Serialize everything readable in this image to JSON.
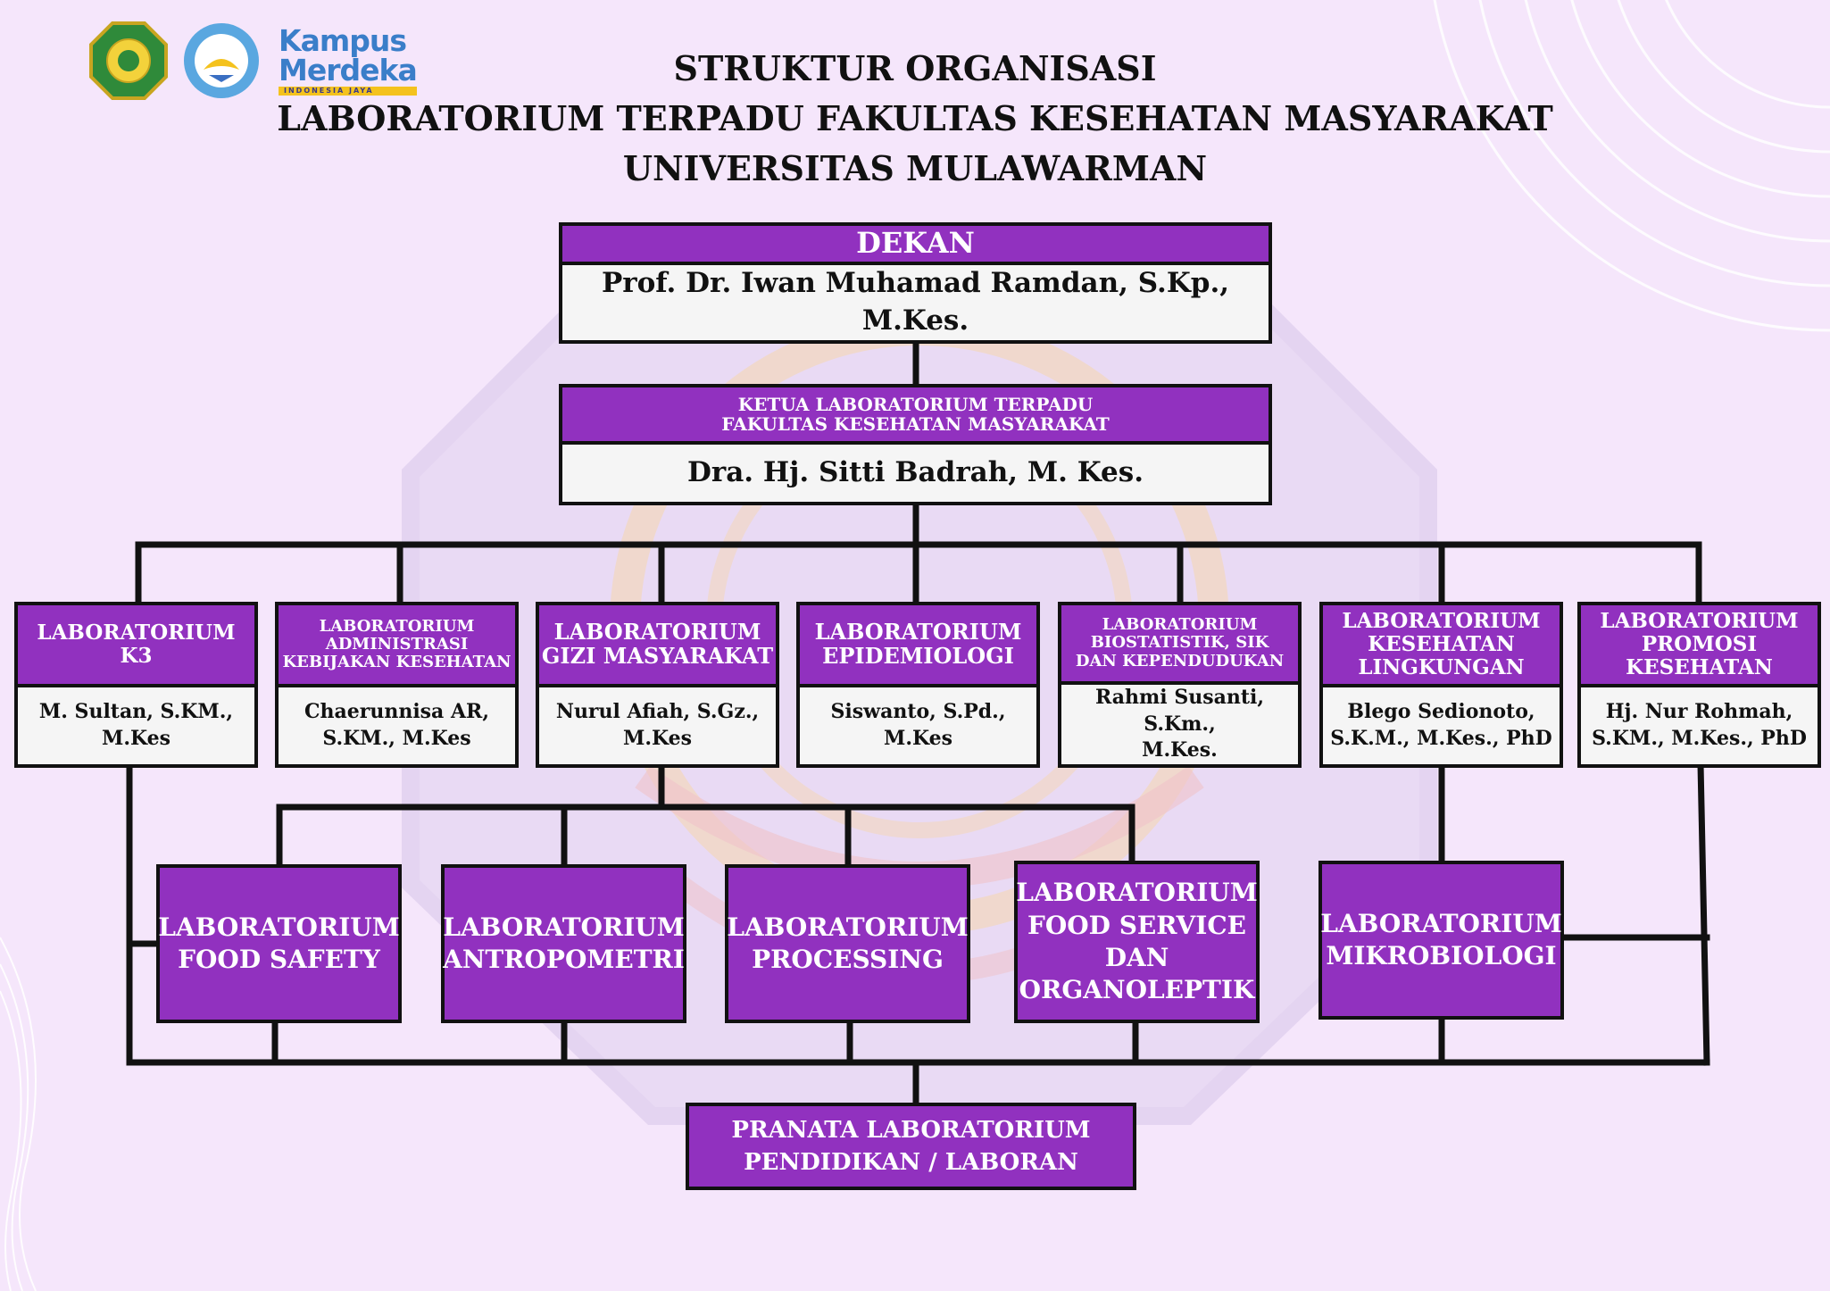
{
  "logos": {
    "unmul": "unmul-seal-logo",
    "tut_wuri": "tut-wuri-handayani-logo",
    "kampus_line1": "Kampus",
    "kampus_line2": "Merdeka",
    "kampus_tag": "INDONESIA JAYA"
  },
  "title": {
    "line1": "STRUKTUR ORGANISASI",
    "line2": "LABORATORIUM TERPADU FAKULTAS KESEHATAN MASYARAKAT",
    "line3": "UNIVERSITAS MULAWARMAN"
  },
  "dekan": {
    "title": "DEKAN",
    "name": "Prof. Dr. Iwan Muhamad Ramdan, S.Kp., M.Kes."
  },
  "ketua": {
    "title_line1": "KETUA LABORATORIUM TERPADU",
    "title_line2": "FAKULTAS KESEHATAN MASYARAKAT",
    "name": "Dra. Hj. Sitti Badrah, M. Kes."
  },
  "labs": [
    {
      "title": [
        "LABORATORIUM K3"
      ],
      "name": [
        "M. Sultan, S.KM.,",
        "M.Kes"
      ]
    },
    {
      "title": [
        "LABORATORIUM",
        "ADMINISTRASI",
        "KEBIJAKAN KESEHATAN"
      ],
      "name": [
        "Chaerunnisa AR,",
        "S.KM., M.Kes"
      ]
    },
    {
      "title": [
        "LABORATORIUM",
        "GIZI MASYARAKAT"
      ],
      "name": [
        "Nurul Afiah, S.Gz.,",
        "M.Kes"
      ]
    },
    {
      "title": [
        "LABORATORIUM",
        "EPIDEMIOLOGI"
      ],
      "name": [
        "Siswanto, S.Pd., M.Kes"
      ]
    },
    {
      "title": [
        "LABORATORIUM",
        "BIOSTATISTIK, SIK",
        "DAN KEPENDUDUKAN"
      ],
      "name": [
        "Rahmi Susanti, S.Km.,",
        "M.Kes."
      ]
    },
    {
      "title": [
        "LABORATORIUM",
        "KESEHATAN",
        "LINGKUNGAN"
      ],
      "name": [
        "Blego Sedionoto,",
        "S.K.M., M.Kes., PhD"
      ]
    },
    {
      "title": [
        "LABORATORIUM",
        "PROMOSI",
        "KESEHATAN"
      ],
      "name": [
        "Hj. Nur Rohmah,",
        "S.KM., M.Kes., PhD"
      ]
    }
  ],
  "sublabs": [
    {
      "lines": [
        "LABORATORIUM",
        "FOOD SAFETY"
      ]
    },
    {
      "lines": [
        "LABORATORIUM",
        "ANTROPOMETRI"
      ]
    },
    {
      "lines": [
        "LABORATORIUM",
        "PROCESSING"
      ]
    },
    {
      "lines": [
        "LABORATORIUM",
        "FOOD SERVICE",
        "DAN",
        "ORGANOLEPTIK"
      ]
    },
    {
      "lines": [
        "LABORATORIUM",
        "MIKROBIOLOGI"
      ]
    }
  ],
  "pranata": {
    "line1": "PRANATA LABORATORIUM",
    "line2": "PENDIDIKAN / LABORAN"
  },
  "colors": {
    "box_purple": "#9131bf",
    "name_bg": "#f5f5f5",
    "background": "#f5e6fb",
    "line": "#111111"
  }
}
